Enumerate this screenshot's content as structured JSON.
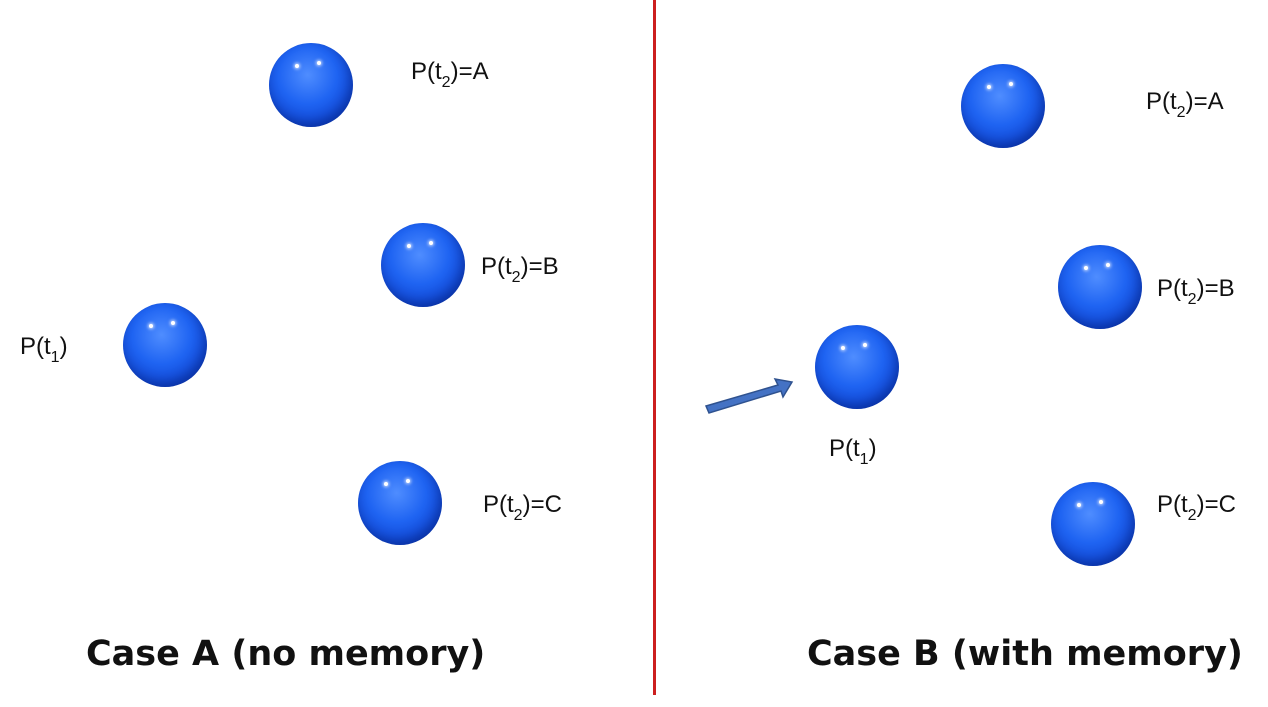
{
  "panels": {
    "left": {
      "caption": "Case A (no memory)",
      "labels": {
        "a": {
          "pre": "P(t",
          "sub": "2",
          "post": ")=A"
        },
        "b": {
          "pre": "P(t",
          "sub": "2",
          "post": ")=B"
        },
        "c": {
          "pre": "P(t",
          "sub": "2",
          "post": ")=C"
        },
        "t1": {
          "pre": "P(t",
          "sub": "1",
          "post": ")"
        }
      }
    },
    "right": {
      "caption": "Case B (with memory)",
      "labels": {
        "a": {
          "pre": "P(t",
          "sub": "2",
          "post": ")=A"
        },
        "b": {
          "pre": "P(t",
          "sub": "2",
          "post": ")=B"
        },
        "c": {
          "pre": "P(t",
          "sub": "2",
          "post": ")=C"
        },
        "t1": {
          "pre": "P(t",
          "sub": "1",
          "post": ")"
        }
      }
    }
  },
  "colors": {
    "ball": "#1f64f2",
    "divider": "#cc1f1f",
    "arrow": "#4472c4"
  }
}
